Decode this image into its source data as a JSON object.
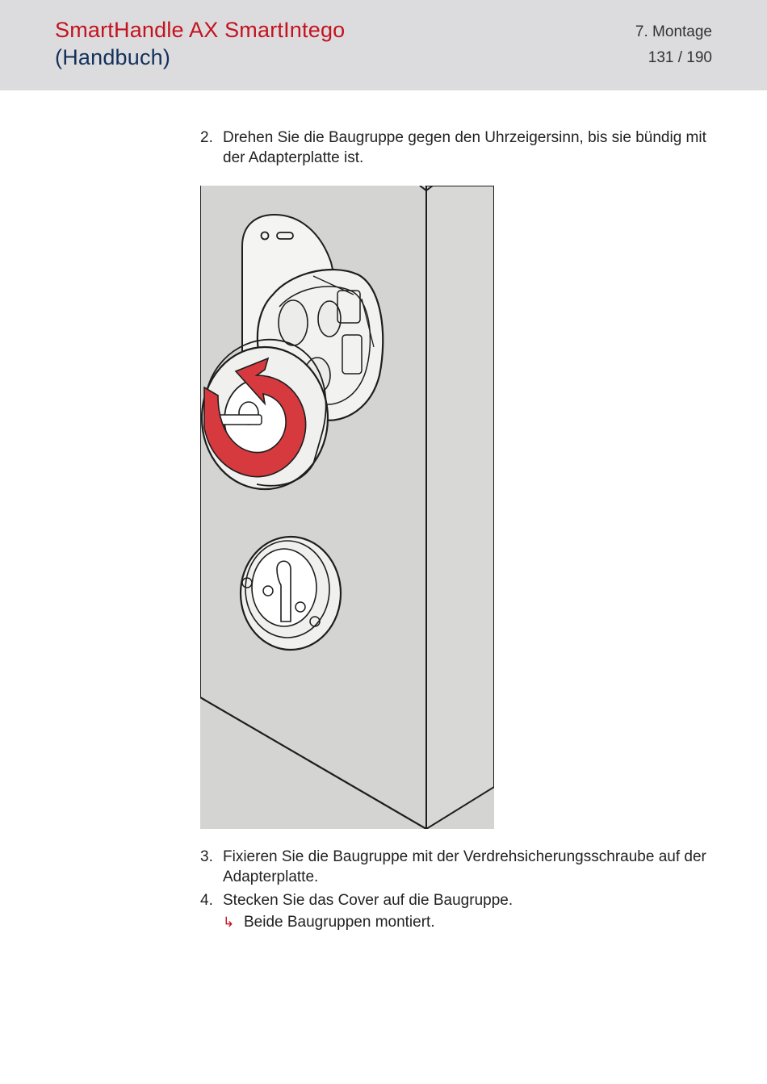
{
  "header": {
    "title": "SmartHandle AX SmartIntego",
    "subtitle": "(Handbuch)",
    "chapter": "7. Montage",
    "page": "131 / 190"
  },
  "steps": [
    {
      "number": "2.",
      "text": "Drehen Sie die Baugruppe gegen den Uhrzeigersinn, bis sie bündig mit der Adapterplatte ist."
    },
    {
      "number": "3.",
      "text": "Fixieren Sie die Baugruppe mit der Verdrehsicherungsschraube auf der Adapterplatte."
    },
    {
      "number": "4.",
      "text": "Stecken Sie das Cover auf die Baugruppe."
    }
  ],
  "result": {
    "arrow": "↳",
    "text": "Beide Baugruppen montiert."
  },
  "colors": {
    "brand_red": "#c4121f",
    "brand_blue": "#14305c",
    "header_bg": "#dcdcde",
    "figure_bg": "#d4d4d3",
    "rotation_arrow": "#d63a3e"
  },
  "figure": {
    "icon": "door-lock-rotation-illustration"
  }
}
